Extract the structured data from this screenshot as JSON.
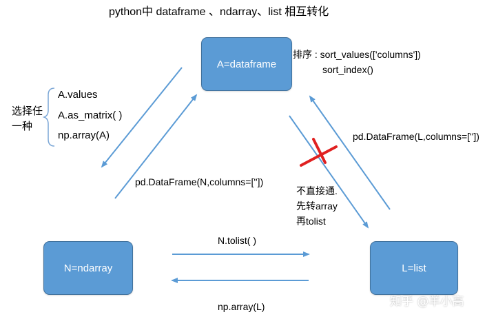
{
  "title": "python中 dataframe 、ndarray、list 相互转化",
  "colors": {
    "node_fill": "#5b9bd5",
    "node_border": "#41719c",
    "arrow": "#5b9bd5",
    "cross": "#e02020",
    "watermark_text": "#ffffff"
  },
  "nodes": {
    "a": "A=dataframe",
    "n": "N=ndarray",
    "l": "L=list"
  },
  "sort_note": {
    "line1": "排序 : sort_values(['columns'])",
    "line2": "sort_index()"
  },
  "left_group": {
    "label_line1": "选择任",
    "label_line2": "一种",
    "items": [
      "A.values",
      "A.as_matrix( )",
      "np.array(A)"
    ]
  },
  "edge_labels": {
    "n_to_a": "pd.DataFrame(N,columns=[''])",
    "l_to_a": "pd.DataFrame(L,columns=[''])",
    "n_to_l": "N.tolist( )",
    "l_to_n": "np.array(L)"
  },
  "crossed_note": {
    "line1": "不直接通.",
    "line2": "先转array",
    "line3": "再tolist"
  },
  "watermark": "知乎 @羊小高"
}
